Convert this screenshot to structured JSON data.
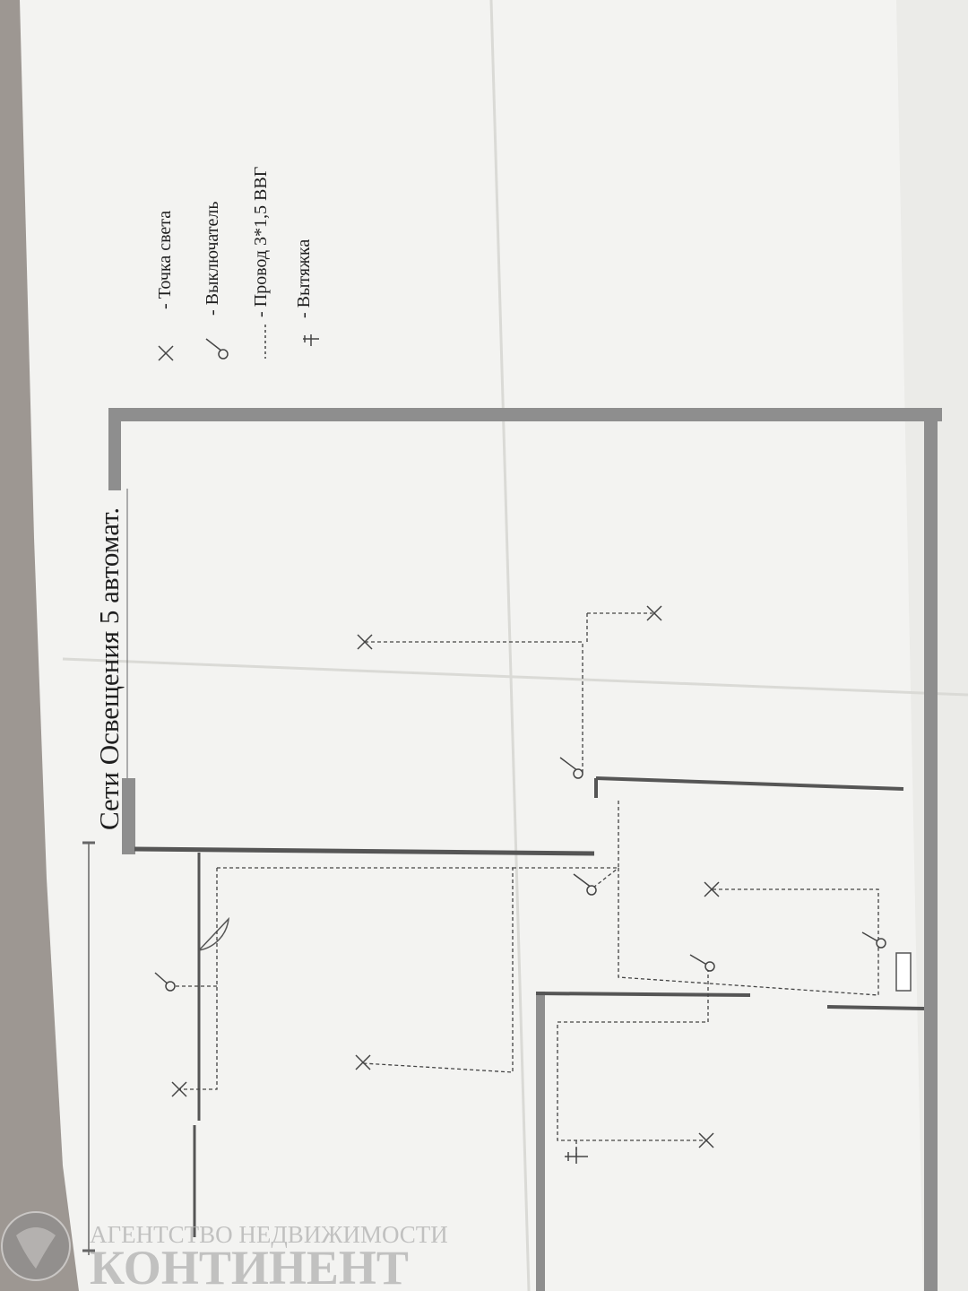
{
  "title": "Сети Освещения 5 автомат.",
  "legend": [
    {
      "symbol": "light-point",
      "label": "- Точка света"
    },
    {
      "symbol": "switch",
      "label": "- Выключатель"
    },
    {
      "symbol": "wire",
      "label": "- Провод  3*1,5 ВВГ"
    },
    {
      "symbol": "exhaust",
      "label": "- Вытяжка"
    }
  ],
  "watermark": {
    "line1": "АГЕНТСТВО НЕДВИЖИМОСТИ",
    "line2": "КОНТИНЕНТ"
  },
  "colors": {
    "paper": "#f3f3f1",
    "wall": "#8e8e8e",
    "line": "#444444",
    "background": "#9d9792"
  }
}
